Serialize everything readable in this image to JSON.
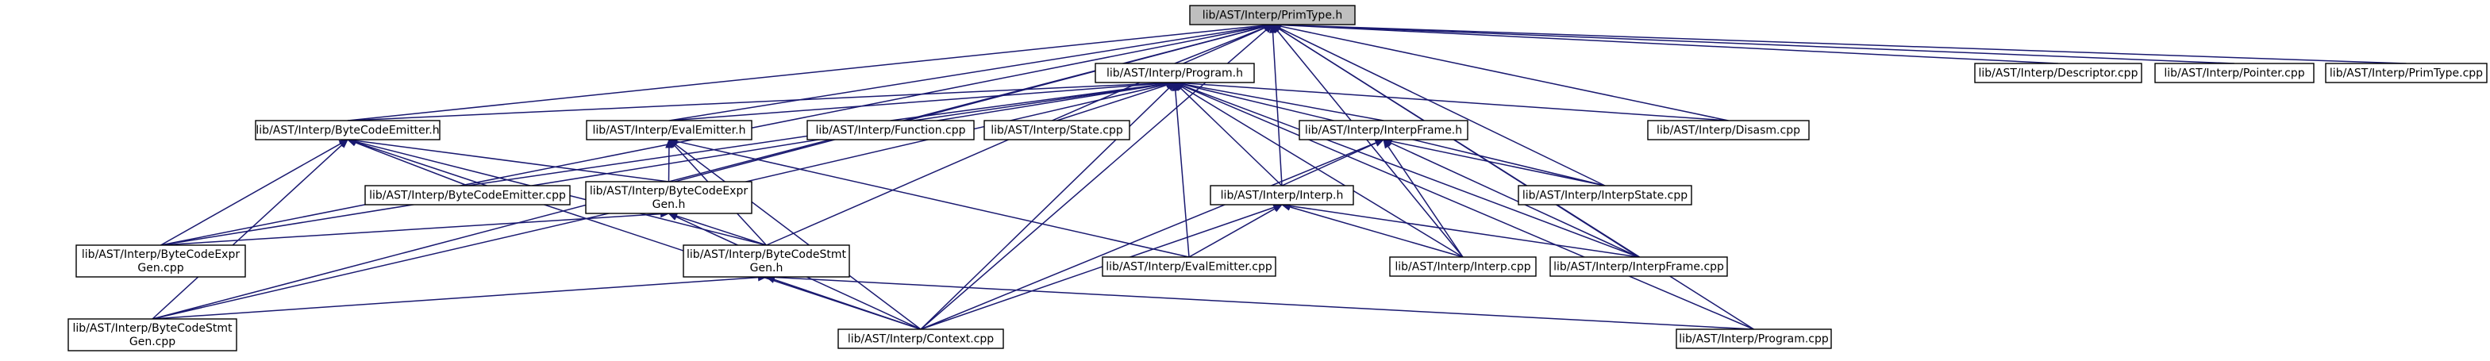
{
  "graph": {
    "nodes": [
      {
        "id": "primtype_h",
        "lines": [
          "lib/AST/Interp/PrimType.h"
        ],
        "root": true
      },
      {
        "id": "program_h",
        "lines": [
          "lib/AST/Interp/Program.h"
        ]
      },
      {
        "id": "descriptor_cpp",
        "lines": [
          "lib/AST/Interp/Descriptor.cpp"
        ]
      },
      {
        "id": "pointer_cpp",
        "lines": [
          "lib/AST/Interp/Pointer.cpp"
        ]
      },
      {
        "id": "primtype_cpp",
        "lines": [
          "lib/AST/Interp/PrimType.cpp"
        ]
      },
      {
        "id": "bytecodeemitter_h",
        "lines": [
          "lib/AST/Interp/ByteCodeEmitter.h"
        ]
      },
      {
        "id": "evalemitter_h",
        "lines": [
          "lib/AST/Interp/EvalEmitter.h"
        ]
      },
      {
        "id": "function_cpp",
        "lines": [
          "lib/AST/Interp/Function.cpp"
        ]
      },
      {
        "id": "state_cpp",
        "lines": [
          "lib/AST/Interp/State.cpp"
        ]
      },
      {
        "id": "interpframe_h",
        "lines": [
          "lib/AST/Interp/InterpFrame.h"
        ]
      },
      {
        "id": "disasm_cpp",
        "lines": [
          "lib/AST/Interp/Disasm.cpp"
        ]
      },
      {
        "id": "bytecodeemitter_cpp",
        "lines": [
          "lib/AST/Interp/ByteCodeEmitter.cpp"
        ]
      },
      {
        "id": "bytecodeexprgen_h",
        "lines": [
          "lib/AST/Interp/ByteCodeExpr",
          "Gen.h"
        ]
      },
      {
        "id": "interp_h",
        "lines": [
          "lib/AST/Interp/Interp.h"
        ]
      },
      {
        "id": "interpstate_cpp",
        "lines": [
          "lib/AST/Interp/InterpState.cpp"
        ]
      },
      {
        "id": "bytecodeexprgen_cpp",
        "lines": [
          "lib/AST/Interp/ByteCodeExpr",
          "Gen.cpp"
        ]
      },
      {
        "id": "bytecodestmtgen_h",
        "lines": [
          "lib/AST/Interp/ByteCodeStmt",
          "Gen.h"
        ]
      },
      {
        "id": "evalemitter_cpp",
        "lines": [
          "lib/AST/Interp/EvalEmitter.cpp"
        ]
      },
      {
        "id": "interp_cpp",
        "lines": [
          "lib/AST/Interp/Interp.cpp"
        ]
      },
      {
        "id": "interpframe_cpp",
        "lines": [
          "lib/AST/Interp/InterpFrame.cpp"
        ]
      },
      {
        "id": "bytecodestmtgen_cpp",
        "lines": [
          "lib/AST/Interp/ByteCodeStmt",
          "Gen.cpp"
        ]
      },
      {
        "id": "context_cpp",
        "lines": [
          "lib/AST/Interp/Context.cpp"
        ]
      },
      {
        "id": "program_cpp",
        "lines": [
          "lib/AST/Interp/Program.cpp"
        ]
      }
    ],
    "edges": [
      [
        "program_h",
        "primtype_h"
      ],
      [
        "descriptor_cpp",
        "primtype_h"
      ],
      [
        "pointer_cpp",
        "primtype_h"
      ],
      [
        "primtype_cpp",
        "primtype_h"
      ],
      [
        "bytecodeemitter_h",
        "primtype_h"
      ],
      [
        "evalemitter_h",
        "primtype_h"
      ],
      [
        "disasm_cpp",
        "primtype_h"
      ],
      [
        "interp_h",
        "primtype_h"
      ],
      [
        "interpstate_cpp",
        "primtype_h"
      ],
      [
        "bytecodeexprgen_cpp",
        "primtype_h"
      ],
      [
        "bytecodestmtgen_h",
        "primtype_h"
      ],
      [
        "bytecodestmtgen_cpp",
        "primtype_h"
      ],
      [
        "context_cpp",
        "primtype_h"
      ],
      [
        "interp_cpp",
        "primtype_h"
      ],
      [
        "interpframe_cpp",
        "primtype_h"
      ],
      [
        "program_cpp",
        "primtype_h"
      ],
      [
        "bytecodeexprgen_h",
        "primtype_h"
      ],
      [
        "bytecodeemitter_h",
        "program_h"
      ],
      [
        "evalemitter_h",
        "program_h"
      ],
      [
        "function_cpp",
        "program_h"
      ],
      [
        "state_cpp",
        "program_h"
      ],
      [
        "interpframe_h",
        "program_h"
      ],
      [
        "disasm_cpp",
        "program_h"
      ],
      [
        "bytecodeemitter_cpp",
        "program_h"
      ],
      [
        "interp_h",
        "program_h"
      ],
      [
        "interpstate_cpp",
        "program_h"
      ],
      [
        "bytecodeexprgen_cpp",
        "program_h"
      ],
      [
        "evalemitter_cpp",
        "program_h"
      ],
      [
        "interp_cpp",
        "program_h"
      ],
      [
        "interpframe_cpp",
        "program_h"
      ],
      [
        "bytecodestmtgen_cpp",
        "program_h"
      ],
      [
        "context_cpp",
        "program_h"
      ],
      [
        "program_cpp",
        "program_h"
      ],
      [
        "bytecodeemitter_cpp",
        "bytecodeemitter_h"
      ],
      [
        "bytecodeexprgen_h",
        "bytecodeemitter_h"
      ],
      [
        "bytecodeexprgen_cpp",
        "bytecodeemitter_h"
      ],
      [
        "bytecodestmtgen_h",
        "bytecodeemitter_h"
      ],
      [
        "bytecodestmtgen_cpp",
        "bytecodeemitter_h"
      ],
      [
        "context_cpp",
        "bytecodeemitter_h"
      ],
      [
        "bytecodeexprgen_h",
        "evalemitter_h"
      ],
      [
        "bytecodestmtgen_h",
        "evalemitter_h"
      ],
      [
        "evalemitter_cpp",
        "evalemitter_h"
      ],
      [
        "context_cpp",
        "evalemitter_h"
      ],
      [
        "interp_h",
        "interpframe_h"
      ],
      [
        "interpstate_cpp",
        "interpframe_h"
      ],
      [
        "interp_cpp",
        "interpframe_h"
      ],
      [
        "interpframe_cpp",
        "interpframe_h"
      ],
      [
        "context_cpp",
        "interpframe_h"
      ],
      [
        "bytecodeexprgen_cpp",
        "bytecodeexprgen_h"
      ],
      [
        "bytecodestmtgen_h",
        "bytecodeexprgen_h"
      ],
      [
        "context_cpp",
        "bytecodeexprgen_h"
      ],
      [
        "evalemitter_cpp",
        "interp_h"
      ],
      [
        "interp_cpp",
        "interp_h"
      ],
      [
        "interpframe_cpp",
        "interp_h"
      ],
      [
        "context_cpp",
        "interp_h"
      ],
      [
        "bytecodestmtgen_cpp",
        "bytecodestmtgen_h"
      ],
      [
        "context_cpp",
        "bytecodestmtgen_h"
      ],
      [
        "program_cpp",
        "bytecodestmtgen_h"
      ]
    ]
  }
}
